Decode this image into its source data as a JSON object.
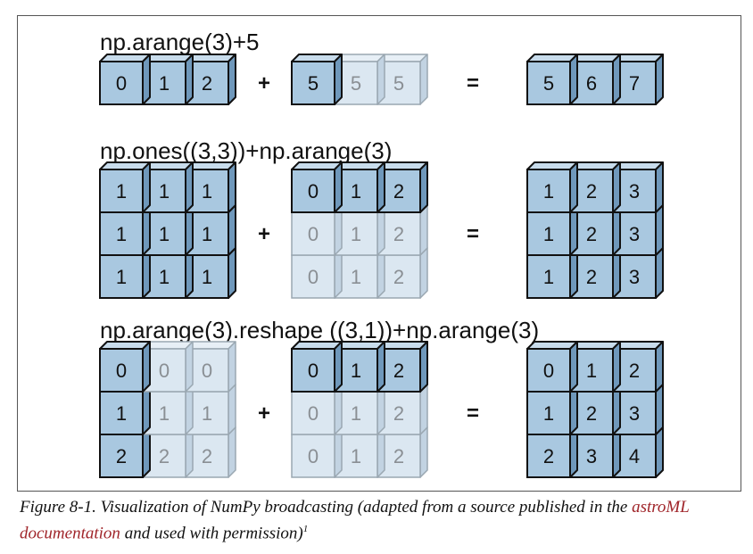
{
  "colors": {
    "cell_fill": "#a9c8e0",
    "cell_top": "#c8dcec",
    "cell_side": "#6f98bb",
    "cell_stroke": "#111111",
    "ghost_fill": "#dbe7f1",
    "ghost_top": "#e7eff6",
    "ghost_side": "#c2d3e2",
    "ghost_stroke": "#9aa7b1",
    "ghost_text": "#8a8f94",
    "link": "#a0252a"
  },
  "rows": [
    {
      "title": "np.arange(3)+5",
      "left": {
        "cells": [
          [
            "0",
            "1",
            "2"
          ]
        ],
        "ghost": [
          [
            false,
            false,
            false
          ]
        ]
      },
      "op": "+",
      "middle": {
        "cells": [
          [
            "5",
            "5",
            "5"
          ]
        ],
        "ghost": [
          [
            false,
            true,
            true
          ]
        ]
      },
      "eq": "=",
      "result": {
        "cells": [
          [
            "5",
            "6",
            "7"
          ]
        ],
        "ghost": [
          [
            false,
            false,
            false
          ]
        ]
      }
    },
    {
      "title": "np.ones((3,3))+np.arange(3)",
      "left": {
        "cells": [
          [
            "1",
            "1",
            "1"
          ],
          [
            "1",
            "1",
            "1"
          ],
          [
            "1",
            "1",
            "1"
          ]
        ],
        "ghost": [
          [
            false,
            false,
            false
          ],
          [
            false,
            false,
            false
          ],
          [
            false,
            false,
            false
          ]
        ]
      },
      "op": "+",
      "middle": {
        "cells": [
          [
            "0",
            "1",
            "2"
          ],
          [
            "0",
            "1",
            "2"
          ],
          [
            "0",
            "1",
            "2"
          ]
        ],
        "ghost": [
          [
            false,
            false,
            false
          ],
          [
            true,
            true,
            true
          ],
          [
            true,
            true,
            true
          ]
        ]
      },
      "eq": "=",
      "result": {
        "cells": [
          [
            "1",
            "2",
            "3"
          ],
          [
            "1",
            "2",
            "3"
          ],
          [
            "1",
            "2",
            "3"
          ]
        ],
        "ghost": [
          [
            false,
            false,
            false
          ],
          [
            false,
            false,
            false
          ],
          [
            false,
            false,
            false
          ]
        ]
      }
    },
    {
      "title": "np.arange(3).reshape ((3,1))+np.arange(3)",
      "left": {
        "cells": [
          [
            "0",
            "0",
            "0"
          ],
          [
            "1",
            "1",
            "1"
          ],
          [
            "2",
            "2",
            "2"
          ]
        ],
        "ghost": [
          [
            false,
            true,
            true
          ],
          [
            false,
            true,
            true
          ],
          [
            false,
            true,
            true
          ]
        ]
      },
      "op": "+",
      "middle": {
        "cells": [
          [
            "0",
            "1",
            "2"
          ],
          [
            "0",
            "1",
            "2"
          ],
          [
            "0",
            "1",
            "2"
          ]
        ],
        "ghost": [
          [
            false,
            false,
            false
          ],
          [
            true,
            true,
            true
          ],
          [
            true,
            true,
            true
          ]
        ]
      },
      "eq": "=",
      "result": {
        "cells": [
          [
            "0",
            "1",
            "2"
          ],
          [
            "1",
            "2",
            "3"
          ],
          [
            "2",
            "3",
            "4"
          ]
        ],
        "ghost": [
          [
            false,
            false,
            false
          ],
          [
            false,
            false,
            false
          ],
          [
            false,
            false,
            false
          ]
        ]
      }
    }
  ],
  "caption": {
    "text_before": "Figure 8-1. Visualization of NumPy broadcasting (adapted from a source published in the ",
    "link_text": "astroML documentation",
    "text_after": " and used with permission)",
    "footnote": "1"
  }
}
